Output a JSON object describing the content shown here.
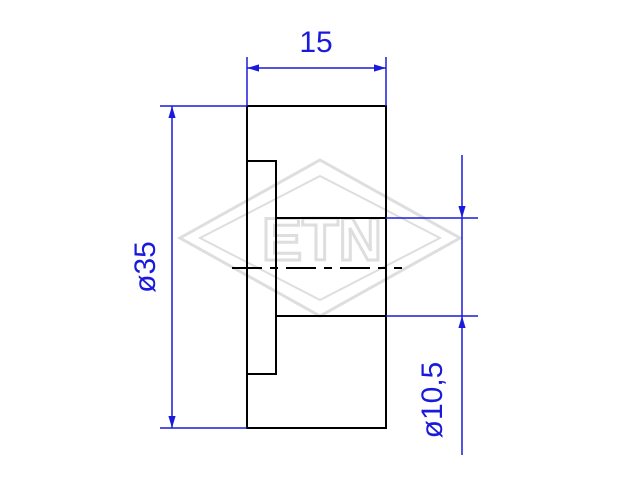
{
  "watermark": {
    "text": "ETN"
  },
  "dimensions": {
    "width": "15",
    "outer_diameter": "ø35",
    "bore_diameter": "ø10,5"
  },
  "colors": {
    "part": "#000000",
    "dimension": "#1a1adc",
    "watermark": "#dedede"
  }
}
